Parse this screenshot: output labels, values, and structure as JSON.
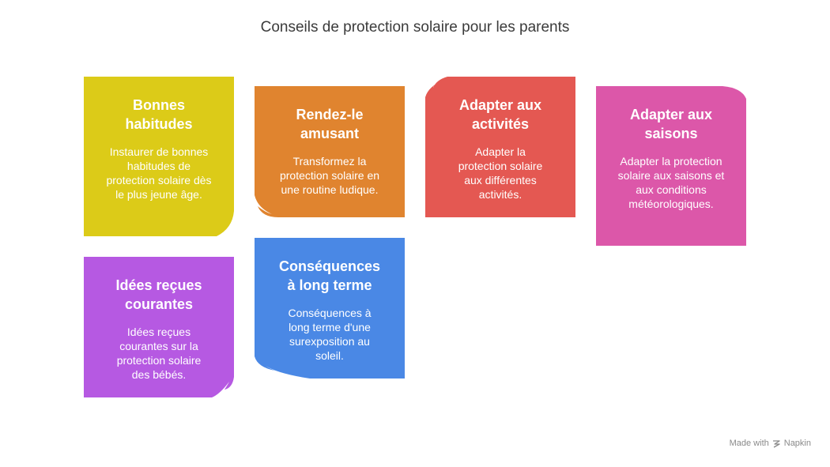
{
  "title": "Conseils de protection solaire pour les parents",
  "cards": [
    {
      "id": "bonnes-habitudes",
      "title": "Bonnes habitudes",
      "text": "Instaurer de bonnes habitudes de protection solaire dès le plus jeune âge.",
      "color": "#dccb18"
    },
    {
      "id": "rendez-le-amusant",
      "title": "Rendez-le amusant",
      "text": "Transformez la protection solaire en une routine ludique.",
      "color": "#e0842f"
    },
    {
      "id": "adapter-activites",
      "title": "Adapter aux activités",
      "text": "Adapter la protection solaire aux différentes activités.",
      "color": "#e45852"
    },
    {
      "id": "adapter-saisons",
      "title": "Adapter aux saisons",
      "text": "Adapter la protection solaire aux saisons et aux conditions météorologiques.",
      "color": "#dc57a9"
    },
    {
      "id": "idees-recues",
      "title": "Idées reçues courantes",
      "text": "Idées reçues courantes sur la protection solaire des bébés.",
      "color": "#b659e2"
    },
    {
      "id": "consequences",
      "title": "Conséquences à long terme",
      "text": "Conséquences à long terme d'une surexposition au soleil.",
      "color": "#4a88e5"
    }
  ],
  "footer": {
    "made_with": "Made with",
    "brand": "Napkin"
  }
}
